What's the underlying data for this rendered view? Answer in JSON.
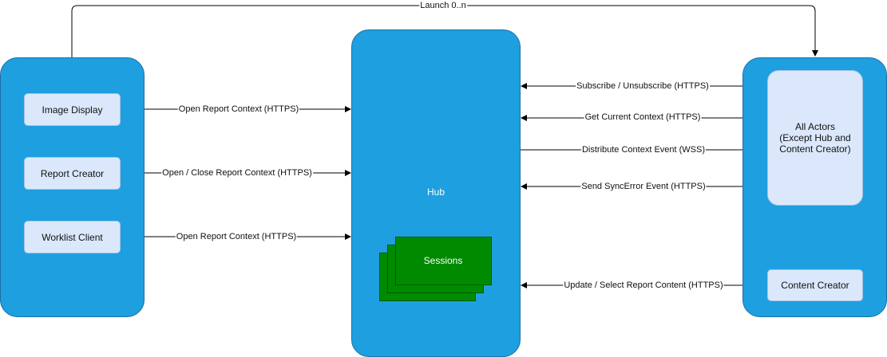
{
  "left_group": {
    "actors": [
      "Image Display",
      "Report Creator",
      "Worklist Client"
    ]
  },
  "hub": {
    "label": "Hub",
    "sessions_label": "Sessions"
  },
  "right_group": {
    "all_actors_label": "All Actors\n(Except Hub and\nContent Creator)",
    "content_creator_label": "Content Creator"
  },
  "edges": {
    "launch": "Launch 0..n",
    "image_display_to_hub": "Open Report Context (HTTPS)",
    "report_creator_to_hub": "Open / Close Report Context (HTTPS)",
    "worklist_to_hub": "Open Report Context (HTTPS)",
    "subscribe": "Subscribe / Unsubscribe (HTTPS)",
    "get_context": "Get Current Context (HTTPS)",
    "distribute": "Distribute Context Event (WSS)",
    "sync_error": "Send SyncError Event (HTTPS)",
    "update_content": "Update / Select Report Content (HTTPS)"
  },
  "colors": {
    "container": "#1e9fe0",
    "actor": "#dbe8fb",
    "session": "#008a00"
  }
}
